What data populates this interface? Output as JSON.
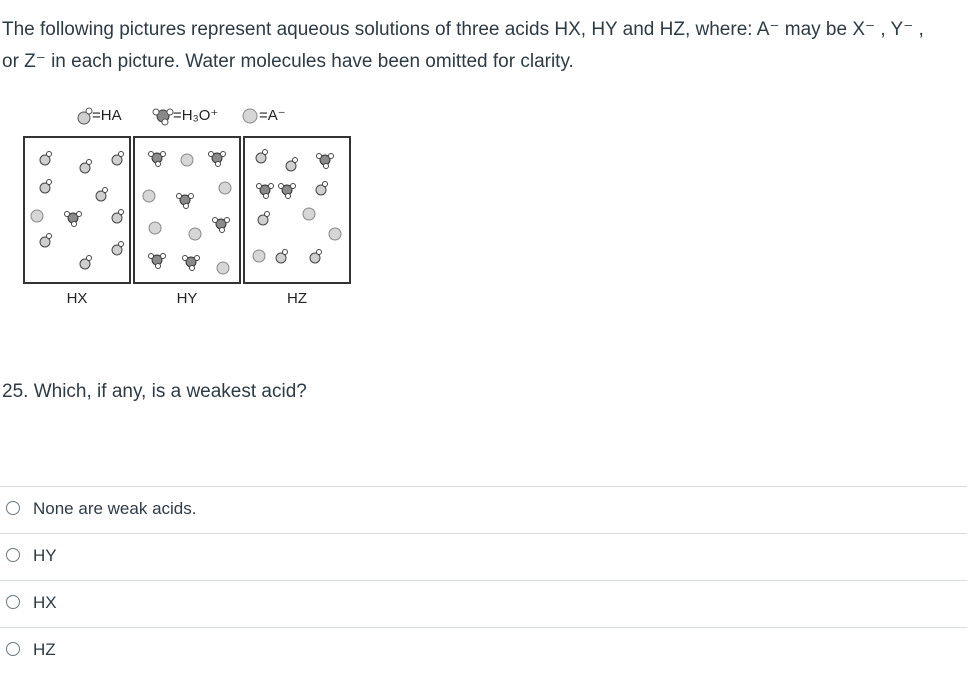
{
  "intro": {
    "line1": "The following pictures represent aqueous solutions of three acids HX, HY and HZ, where: A⁻ may be X⁻ , Y⁻ ,",
    "line2": "or Z⁻ in each picture. Water molecules have been omitted for clarity."
  },
  "legend": {
    "ha": "=HA",
    "h3o": "=H₃O⁺",
    "a_minus": "=A⁻"
  },
  "panels": [
    {
      "label": "HX",
      "ha_count": 9,
      "h3o_count": 1,
      "a_count": 1
    },
    {
      "label": "HY",
      "ha_count": 0,
      "h3o_count": 6,
      "a_count": 6
    },
    {
      "label": "HZ",
      "ha_count": 6,
      "h3o_count": 3,
      "a_count": 3
    }
  ],
  "question": {
    "text": "25.  Which, if any, is a weakest acid?"
  },
  "answers": [
    {
      "label": "None are weak acids."
    },
    {
      "label": "HY"
    },
    {
      "label": "HX"
    },
    {
      "label": "HZ"
    }
  ],
  "colors": {
    "text": "#2d3b45",
    "divider": "#d7dbde",
    "sphere_light": "#d9d9d9",
    "sphere_dark": "#6a6a6a"
  }
}
